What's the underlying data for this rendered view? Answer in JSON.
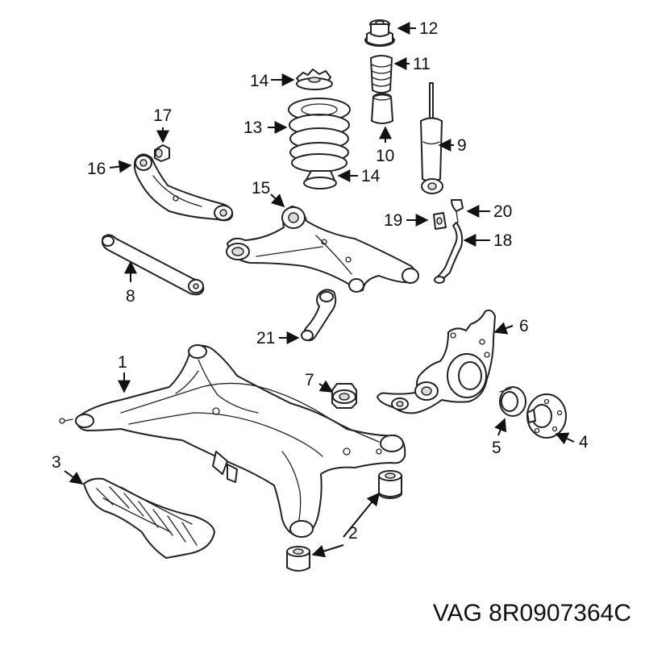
{
  "labels": {
    "l1": "1",
    "l2": "2",
    "l3": "3",
    "l4": "4",
    "l5": "5",
    "l6": "6",
    "l7": "7",
    "l8": "8",
    "l9": "9",
    "l10": "10",
    "l11": "11",
    "l12": "12",
    "l13": "13",
    "l14a": "14",
    "l14b": "14",
    "l15": "15",
    "l16": "16",
    "l17": "17",
    "l18": "18",
    "l19": "19",
    "l20": "20",
    "l21": "21"
  },
  "reference": "VAG 8R0907364C"
}
